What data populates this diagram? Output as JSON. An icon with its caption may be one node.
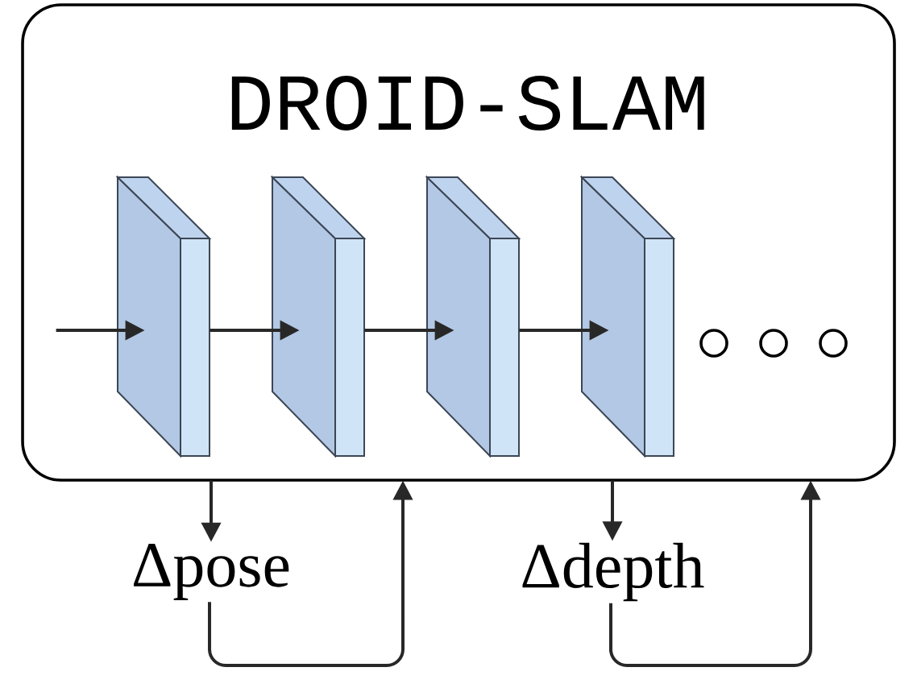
{
  "diagram": {
    "nodes": [
      {
        "text": [
          "DROID-SLAM"
        ]
      },
      {
        "text": [],
        "shape": "box",
        "in": 0
      },
      {
        "text": [],
        "shape": "box",
        "in": 0
      },
      {
        "text": [],
        "shape": "box",
        "in": 0
      },
      {
        "text": [],
        "shape": "box",
        "in": 0
      },
      {
        "text": [
          "Δpose"
        ]
      },
      {
        "text": [
          "Δdepth"
        ]
      }
    ],
    "edges": [
      {
        "from": null,
        "to": 1,
        "arrow": "to"
      },
      {
        "from": 1,
        "to": 2,
        "arrow": "to"
      },
      {
        "from": 2,
        "to": 3,
        "arrow": "to"
      },
      {
        "from": 3,
        "to": 4,
        "arrow": "to"
      },
      {
        "from": 0,
        "to": 5,
        "arrow": "to"
      },
      {
        "from": 5,
        "to": 0,
        "arrow": "to"
      },
      {
        "from": 0,
        "to": 6,
        "arrow": "to"
      },
      {
        "from": 6,
        "to": 0,
        "arrow": "to"
      }
    ]
  }
}
